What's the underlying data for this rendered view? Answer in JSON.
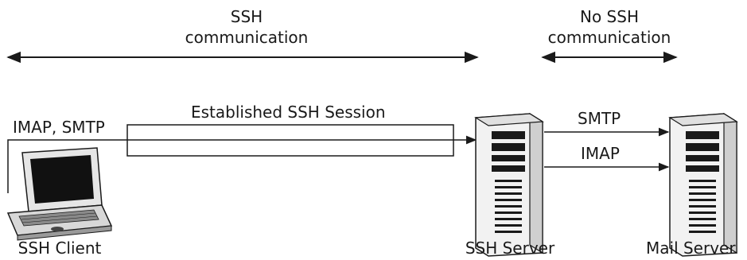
{
  "labels": {
    "ssh_comm_line1": "SSH",
    "ssh_comm_line2": "communication",
    "no_ssh_comm_line1": "No SSH",
    "no_ssh_comm_line2": "communication",
    "session": "Established SSH Session",
    "client_protocols": "IMAP, SMTP",
    "smtp": "SMTP",
    "imap": "IMAP"
  },
  "nodes": {
    "client": "SSH Client",
    "ssh_server": "SSH Server",
    "mail_server": "Mail Server"
  },
  "colors": {
    "ink": "#1a1a1a",
    "fill_light": "#f2f2f2",
    "fill_mid": "#cfcfcf"
  }
}
